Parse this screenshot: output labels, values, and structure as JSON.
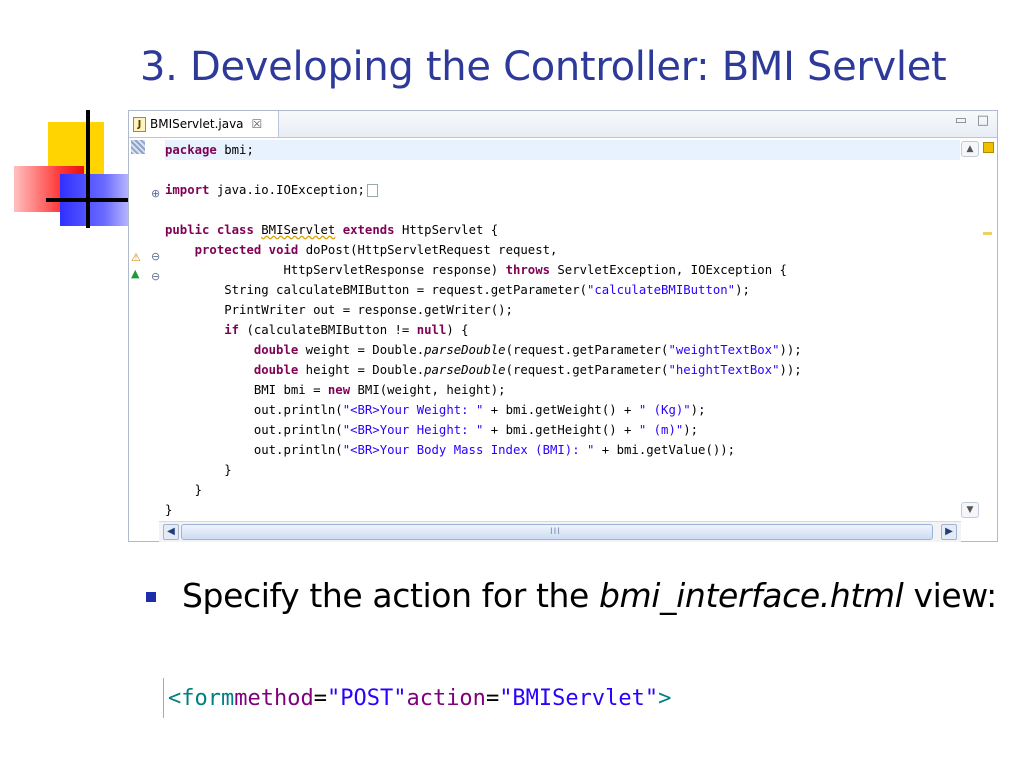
{
  "slide": {
    "title": "3. Developing the Controller: BMI Servlet"
  },
  "editor": {
    "tab_label": "BMIServlet.java",
    "tab_close_glyph": "☒",
    "tab_icon_letter": "J",
    "min_glyph": "▭",
    "max_glyph": "□",
    "lines": {
      "l1_kw": "package",
      "l1_rest": " bmi;",
      "l2_kw": "import",
      "l2_rest": " java.io.IOException;",
      "l3_kw1": "public",
      "l3_kw2": "class",
      "l3_name": "BMIServlet",
      "l3_kw3": "extends",
      "l3_rest": " HttpServlet {",
      "l4_kw1": "protected",
      "l4_kw2": "void",
      "l4_rest": " doPost(HttpServletRequest request,",
      "l5_a": "HttpServletResponse response) ",
      "l5_kw": "throws",
      "l5_b": " ServletException, IOException {",
      "l6_a": "String calculateBMIButton = request.getParameter(",
      "l6_str": "\"calculateBMIButton\"",
      "l6_b": ");",
      "l7": "PrintWriter out = response.getWriter();",
      "l8_kw": "if",
      "l8_a": " (calculateBMIButton != ",
      "l8_kw2": "null",
      "l8_b": ") {",
      "l9_kw": "double",
      "l9_a": " weight = Double.",
      "l9_it": "parseDouble",
      "l9_b": "(request.getParameter(",
      "l9_str": "\"weightTextBox\"",
      "l9_c": "));",
      "l10_kw": "double",
      "l10_a": " height = Double.",
      "l10_it": "parseDouble",
      "l10_b": "(request.getParameter(",
      "l10_str": "\"heightTextBox\"",
      "l10_c": "));",
      "l11_a": "BMI bmi = ",
      "l11_kw": "new",
      "l11_b": " BMI(weight, height);",
      "l12_a": "out.println(",
      "l12_str": "\"<BR>Your Weight: \"",
      "l12_b": " + bmi.getWeight() + ",
      "l12_str2": "\" (Kg)\"",
      "l12_c": ");",
      "l13_a": "out.println(",
      "l13_str": "\"<BR>Your Height: \"",
      "l13_b": " + bmi.getHeight() + ",
      "l13_str2": "\" (m)\"",
      "l13_c": ");",
      "l14_a": "out.println(",
      "l14_str": "\"<BR>Your Body Mass Index (BMI): \"",
      "l14_b": " + bmi.getValue());",
      "l15": "}",
      "l16": "}",
      "l17": "}"
    },
    "scroll_grip": "III"
  },
  "bullet": {
    "text_before": "Specify the action for the ",
    "text_italic": "bmi_interface.html",
    "text_after": " view:"
  },
  "form_code": {
    "open": "<form",
    "attr_method": "method",
    "eq1": "=",
    "val_method": "\"POST\"",
    "attr_action": "action",
    "eq2": "=",
    "val_action": "\"BMIServlet\"",
    "close": ">"
  },
  "colors": {
    "title": "#2d3a9a",
    "keyword": "#7f0055",
    "string": "#2a00ff",
    "bullet": "#1e2ea8"
  }
}
